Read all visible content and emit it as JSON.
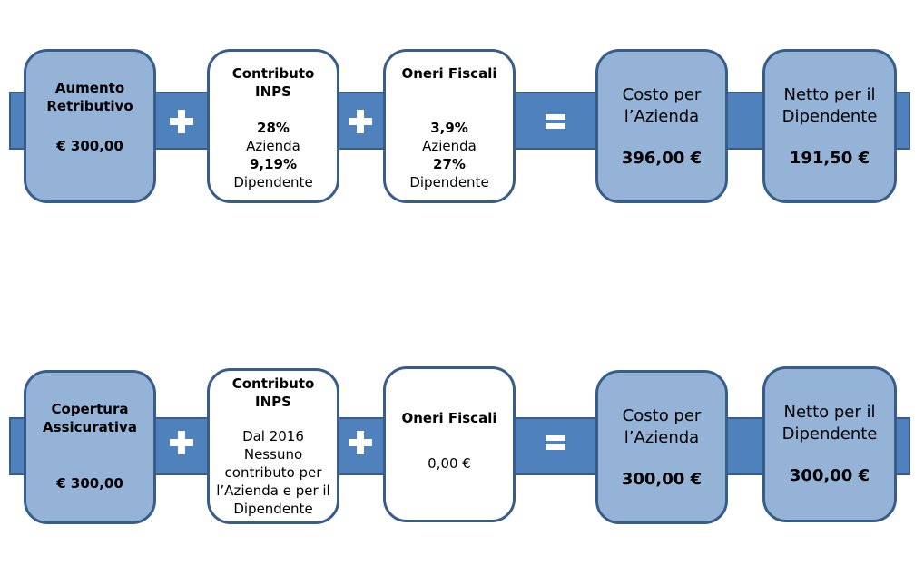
{
  "row1": {
    "aumento": {
      "title": "Aumento Retributivo",
      "value": "€ 300,00"
    },
    "inps": {
      "title": "Contributo INPS",
      "pct_azienda": "28%",
      "label_azienda": "Azienda",
      "pct_dipendente": "9,19%",
      "label_dipendente": "Dipendente"
    },
    "fiscali": {
      "title": "Oneri Fiscali",
      "pct_azienda": "3,9%",
      "label_azienda": "Azienda",
      "pct_dipendente": "27%",
      "label_dipendente": "Dipendente"
    },
    "costo": {
      "title": "Costo per l’Azienda",
      "value": "396,00 €"
    },
    "netto": {
      "title": "Netto per il Dipendente",
      "value": "191,50 €"
    }
  },
  "row2": {
    "copertura": {
      "title": "Copertura Assicurativa",
      "value": "€ 300,00"
    },
    "inps": {
      "title": "Contributo INPS",
      "note": "Dal 2016 Nessuno contributo per l’Azienda e per il Dipendente"
    },
    "fiscali": {
      "title": "Oneri Fiscali",
      "value": "0,00 €"
    },
    "costo": {
      "title": "Costo per l’Azienda",
      "value": "300,00 €"
    },
    "netto": {
      "title": "Netto per il Dipendente",
      "value": "300,00 €"
    }
  },
  "operators": {
    "plus": "plus-icon",
    "equals": "equals-icon"
  },
  "colors": {
    "bar": "#4f81bd",
    "box_blue": "#95b3d7",
    "border": "#385d8a"
  }
}
